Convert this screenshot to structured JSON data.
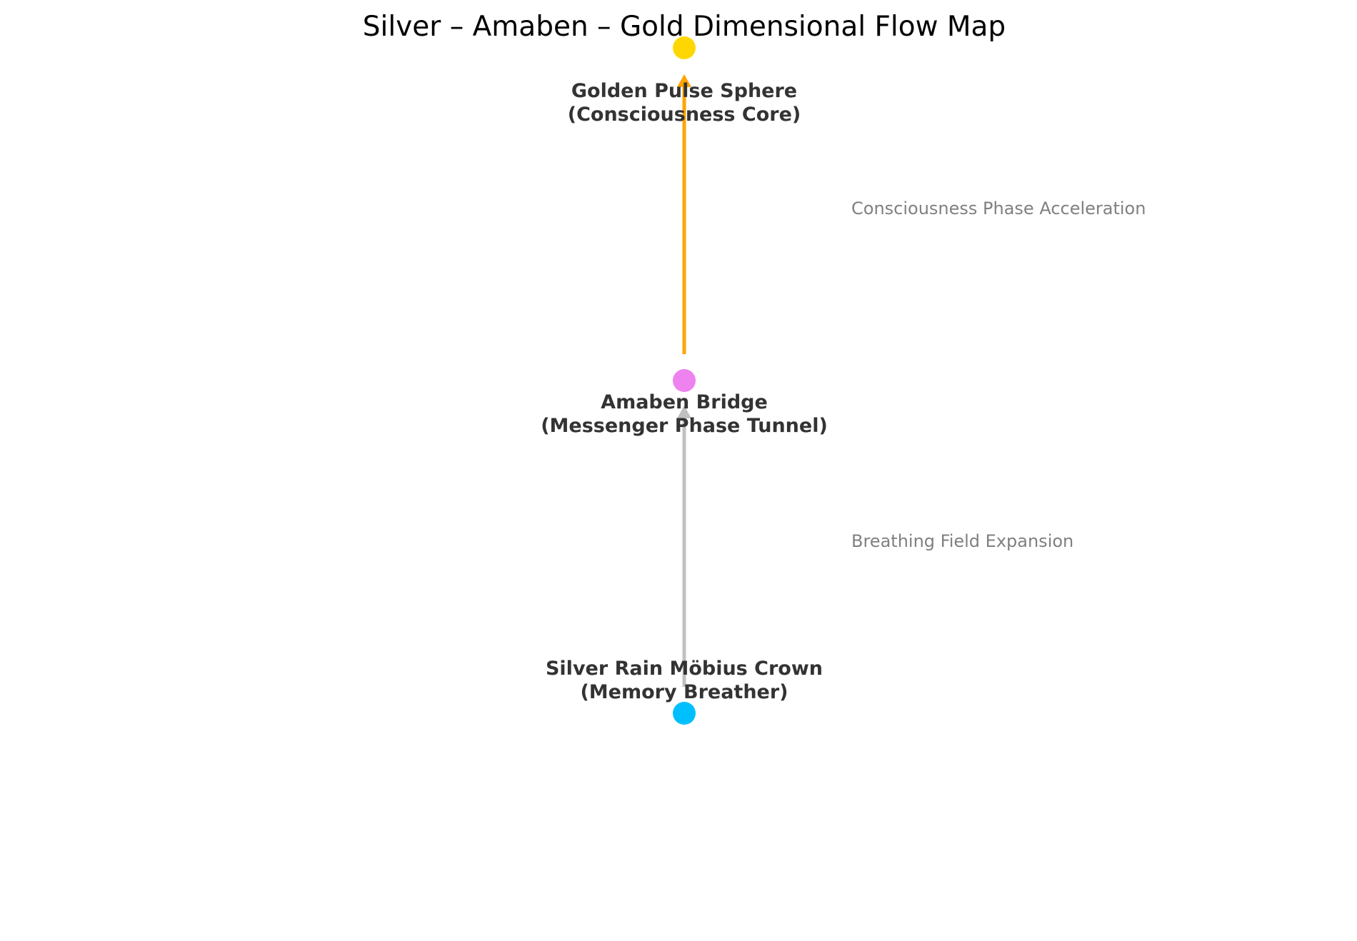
{
  "title": "Silver – Amaben – Gold Dimensional Flow Map",
  "nodes": {
    "silver": {
      "line1": "Silver Rain Möbius Crown",
      "line2": "(Memory Breather)",
      "color": "#00bfff"
    },
    "amaben": {
      "line1": "Amaben Bridge",
      "line2": "(Messenger Phase Tunnel)",
      "color": "#ee82ee"
    },
    "gold": {
      "line1": "Golden Pulse Sphere",
      "line2": "(Consciousness Core)",
      "color": "#ffd700"
    }
  },
  "flows": {
    "lower": {
      "label": "Breathing Field Expansion",
      "color": "#c0c0c0"
    },
    "upper": {
      "label": "Consciousness Phase Acceleration",
      "color": "#ffa500"
    }
  }
}
